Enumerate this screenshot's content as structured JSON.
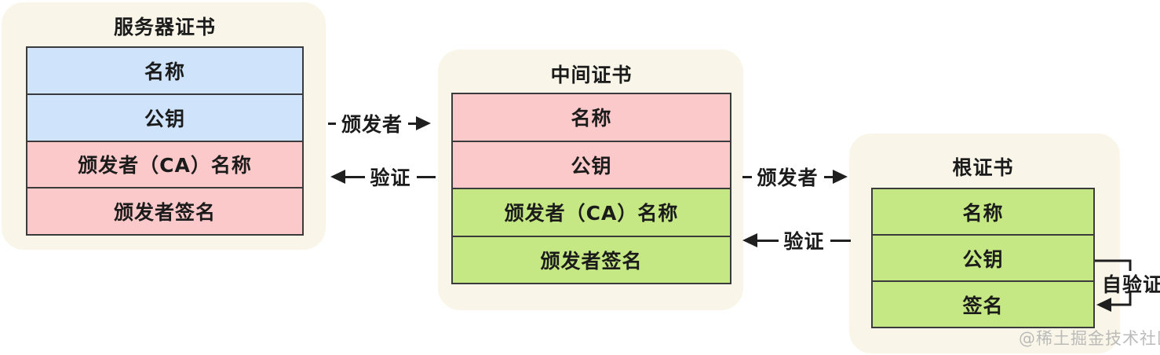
{
  "diagram": {
    "cards": [
      {
        "id": "server-cert",
        "title": "服务器证书",
        "rows": [
          {
            "label": "名称",
            "color": "#cfe3fa"
          },
          {
            "label": "公钥",
            "color": "#cfe3fa"
          },
          {
            "label": "颁发者（CA）名称",
            "color": "#fbc9c9"
          },
          {
            "label": "颁发者签名",
            "color": "#fbc9c9"
          }
        ]
      },
      {
        "id": "intermediate-cert",
        "title": "中间证书",
        "rows": [
          {
            "label": "名称",
            "color": "#fbc9c9"
          },
          {
            "label": "公钥",
            "color": "#fbc9c9"
          },
          {
            "label": "颁发者（CA）名称",
            "color": "#c5e784"
          },
          {
            "label": "颁发者签名",
            "color": "#c5e784"
          }
        ]
      },
      {
        "id": "root-cert",
        "title": "根证书",
        "rows": [
          {
            "label": "名称",
            "color": "#c5e784"
          },
          {
            "label": "公钥",
            "color": "#c5e784"
          },
          {
            "label": "签名",
            "color": "#c5e784"
          }
        ]
      }
    ],
    "arrows": {
      "issuer_label": "颁发者",
      "verify_label": "验证",
      "self_verify_label": "自验证"
    },
    "watermark": "@稀土掘金技术社区",
    "colors": {
      "card_background": "#f9f6e9",
      "row_blue": "#cfe3fa",
      "row_pink": "#fbc9c9",
      "row_green": "#c5e784",
      "border": "#3b3b3b",
      "line": "#1f1f1f",
      "watermark": "#afafaf"
    }
  }
}
